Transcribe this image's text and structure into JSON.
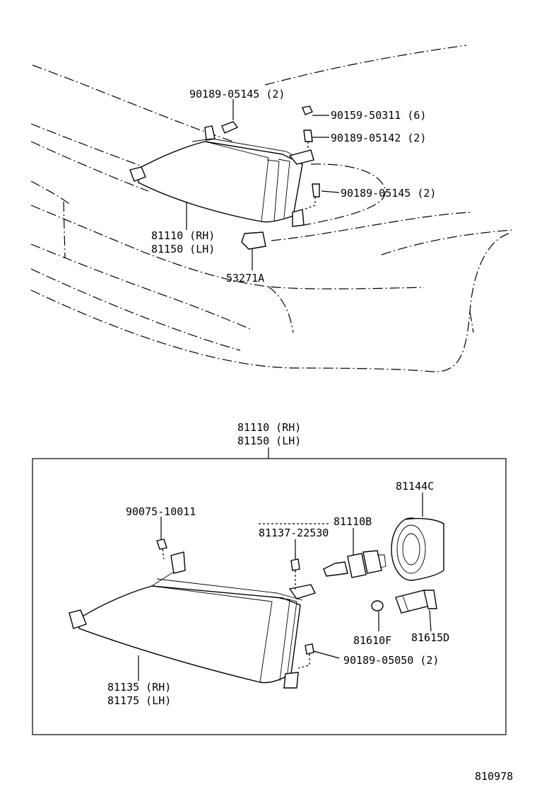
{
  "upper_labels": {
    "bolt_top": "90189-05145 (2)",
    "clip": "90159-50311 (6)",
    "nut": "90189-05142 (2)",
    "bolt_right": "90189-05145 (2)",
    "unit_rh": "81110 (RH)",
    "unit_lh": "81150 (LH)",
    "bracket": "53271A"
  },
  "lower_labels": {
    "assy_rh": "81110 (RH)",
    "assy_lh": "81150 (LH)",
    "screw": "90075-10011",
    "adjuster": "81137-22530",
    "bulb": "81110B",
    "socket_cover": "81144C",
    "small_bulb": "81610F",
    "socket": "81615D",
    "nut_lower": "90189-05050 (2)",
    "lens_rh": "81135 (RH)",
    "lens_lh": "81175 (LH)"
  },
  "footer": {
    "diagram_code": "810978"
  }
}
